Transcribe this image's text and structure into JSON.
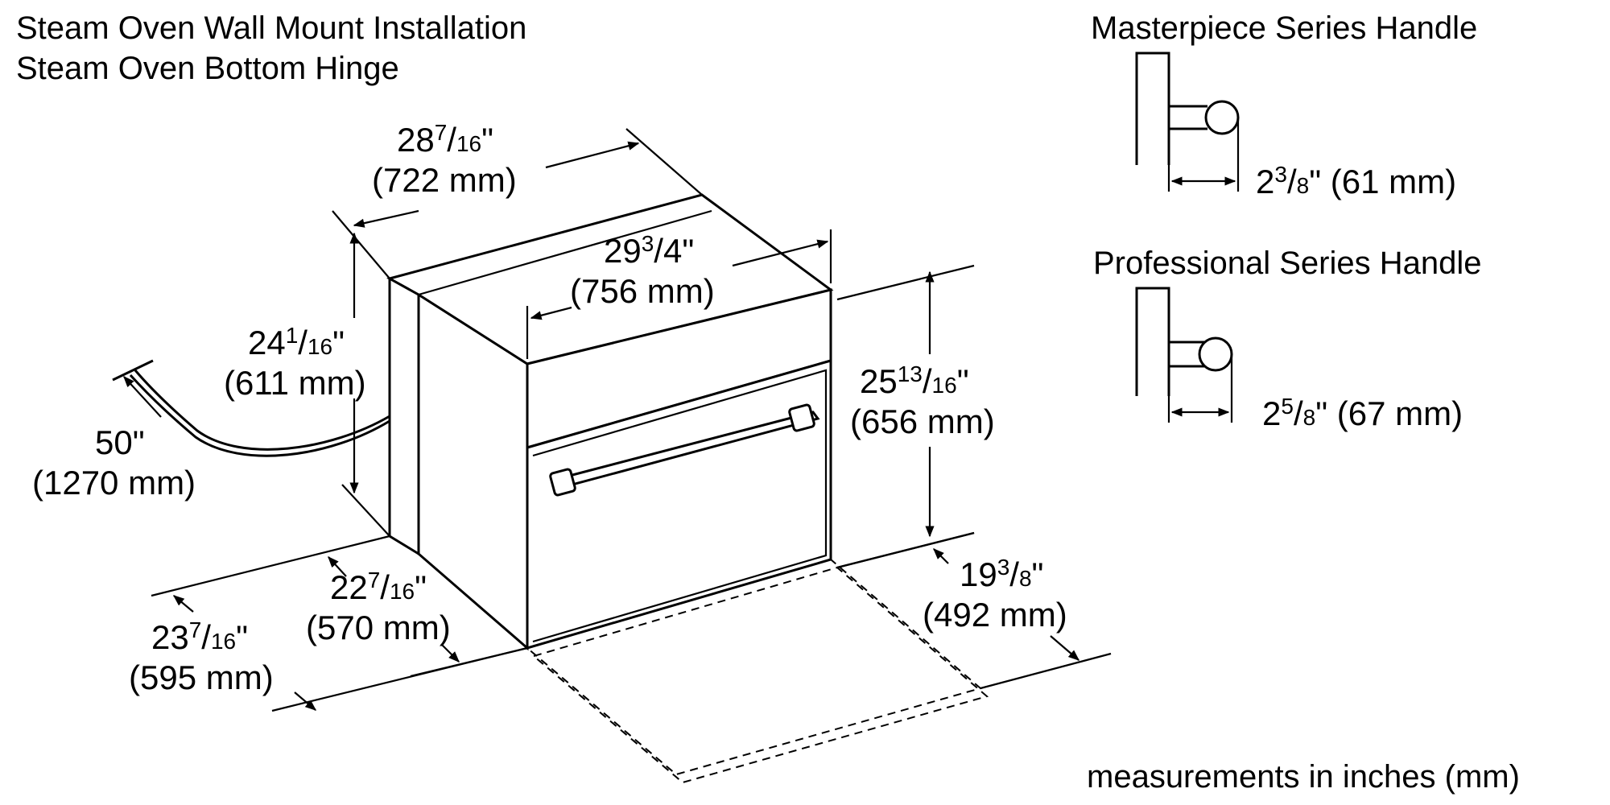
{
  "title": {
    "line1": "Steam Oven Wall Mount Installation",
    "line2": "Steam Oven Bottom Hinge"
  },
  "footer": {
    "note": "measurements in inches (mm)"
  },
  "handles": {
    "masterpiece": {
      "title": "Masterpiece Series Handle",
      "whole": "2",
      "num": "3",
      "den": "8",
      "suffix": "\" (61 mm)"
    },
    "professional": {
      "title": "Professional Series Handle",
      "whole": "2",
      "num": "5",
      "den": "8",
      "suffix": "\" (67 mm)"
    }
  },
  "dims": {
    "depth_top": {
      "whole": "28",
      "num": "7",
      "den": "16",
      "mm": "(722 mm)"
    },
    "width_front": {
      "whole": "29",
      "num": "3",
      "den": "4",
      "mm": "(756 mm)"
    },
    "height_side": {
      "whole": "24",
      "num": "1",
      "den": "16",
      "mm": "(611 mm)"
    },
    "height_front": {
      "whole": "25",
      "num": "13",
      "den": "16",
      "mm": "(656 mm)"
    },
    "cord": {
      "inch": "50\"",
      "mm": "(1270 mm)"
    },
    "depth_body": {
      "whole": "22",
      "num": "7",
      "den": "16",
      "mm": "(570 mm)"
    },
    "depth_total": {
      "whole": "23",
      "num": "7",
      "den": "16",
      "mm": "(595 mm)"
    },
    "door_swing": {
      "whole": "19",
      "num": "3",
      "den": "8",
      "mm": "(492 mm)"
    }
  }
}
